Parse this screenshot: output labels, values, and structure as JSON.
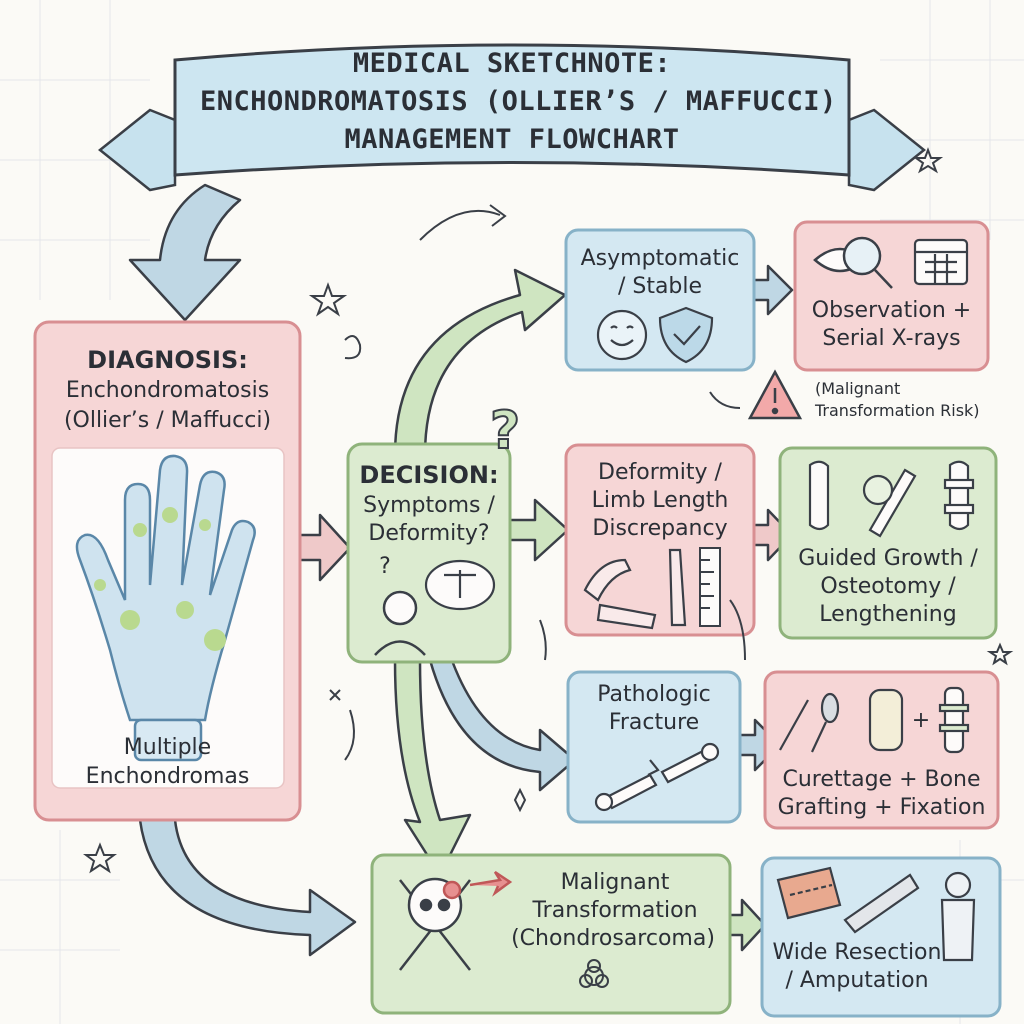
{
  "title": {
    "line1": "MEDICAL SKETCHNOTE:",
    "line2": "ENCHONDROMATOSIS (OLLIER’S / MAFFUCCI)",
    "line3": "MANAGEMENT FLOWCHART"
  },
  "diagnosis": {
    "heading": "DIAGNOSIS:",
    "line1": "Enchondromatosis",
    "line2": "(Ollier’s / Maffucci)",
    "caption1": "Multiple",
    "caption2": "Enchondromas"
  },
  "decision": {
    "heading": "DECISION:",
    "line1": "Symptoms /",
    "line2": "Deformity?",
    "mark": "?"
  },
  "branches": {
    "asymptomatic": {
      "line1": "Asymptomatic",
      "line2": "/ Stable"
    },
    "deformity": {
      "line1": "Deformity /",
      "line2": "Limb Length",
      "line3": "Discrepancy"
    },
    "fracture": {
      "line1": "Pathologic",
      "line2": "Fracture"
    },
    "malignant": {
      "line1": "Malignant",
      "line2": "Transformation",
      "line3": "(Chondrosarcoma)"
    }
  },
  "treatments": {
    "observation": {
      "line1": "Observation +",
      "line2": "Serial X-rays"
    },
    "risk_note": {
      "line1": "(Malignant",
      "line2": "Transformation Risk)"
    },
    "growth": {
      "line1": "Guided Growth /",
      "line2": "Osteotomy /",
      "line3": "Lengthening"
    },
    "curettage": {
      "line1": "Curettage + Bone",
      "line2": "Grafting + Fixation",
      "plus": "+"
    },
    "resection": {
      "line1": "Wide Resection",
      "line2": "/ Amputation"
    }
  },
  "icons": {
    "magnifier": "magnifier-eye-icon",
    "calendar": "calendar-icon",
    "warning": "warning-triangle-icon",
    "smile": "smiley-face-icon",
    "shield": "shield-check-icon",
    "thinker": "thinking-person-icon",
    "scale": "balance-scale-icon",
    "skull": "skull-crossbones-icon",
    "biohazard": "biohazard-icon"
  },
  "colors": {
    "pink": "#f6d6d6",
    "pink_border": "#d88f92",
    "blue": "#d4e8f2",
    "blue_border": "#87b2c8",
    "green": "#dcebd0",
    "green_border": "#8fb37b",
    "ink": "#2b2f36"
  }
}
